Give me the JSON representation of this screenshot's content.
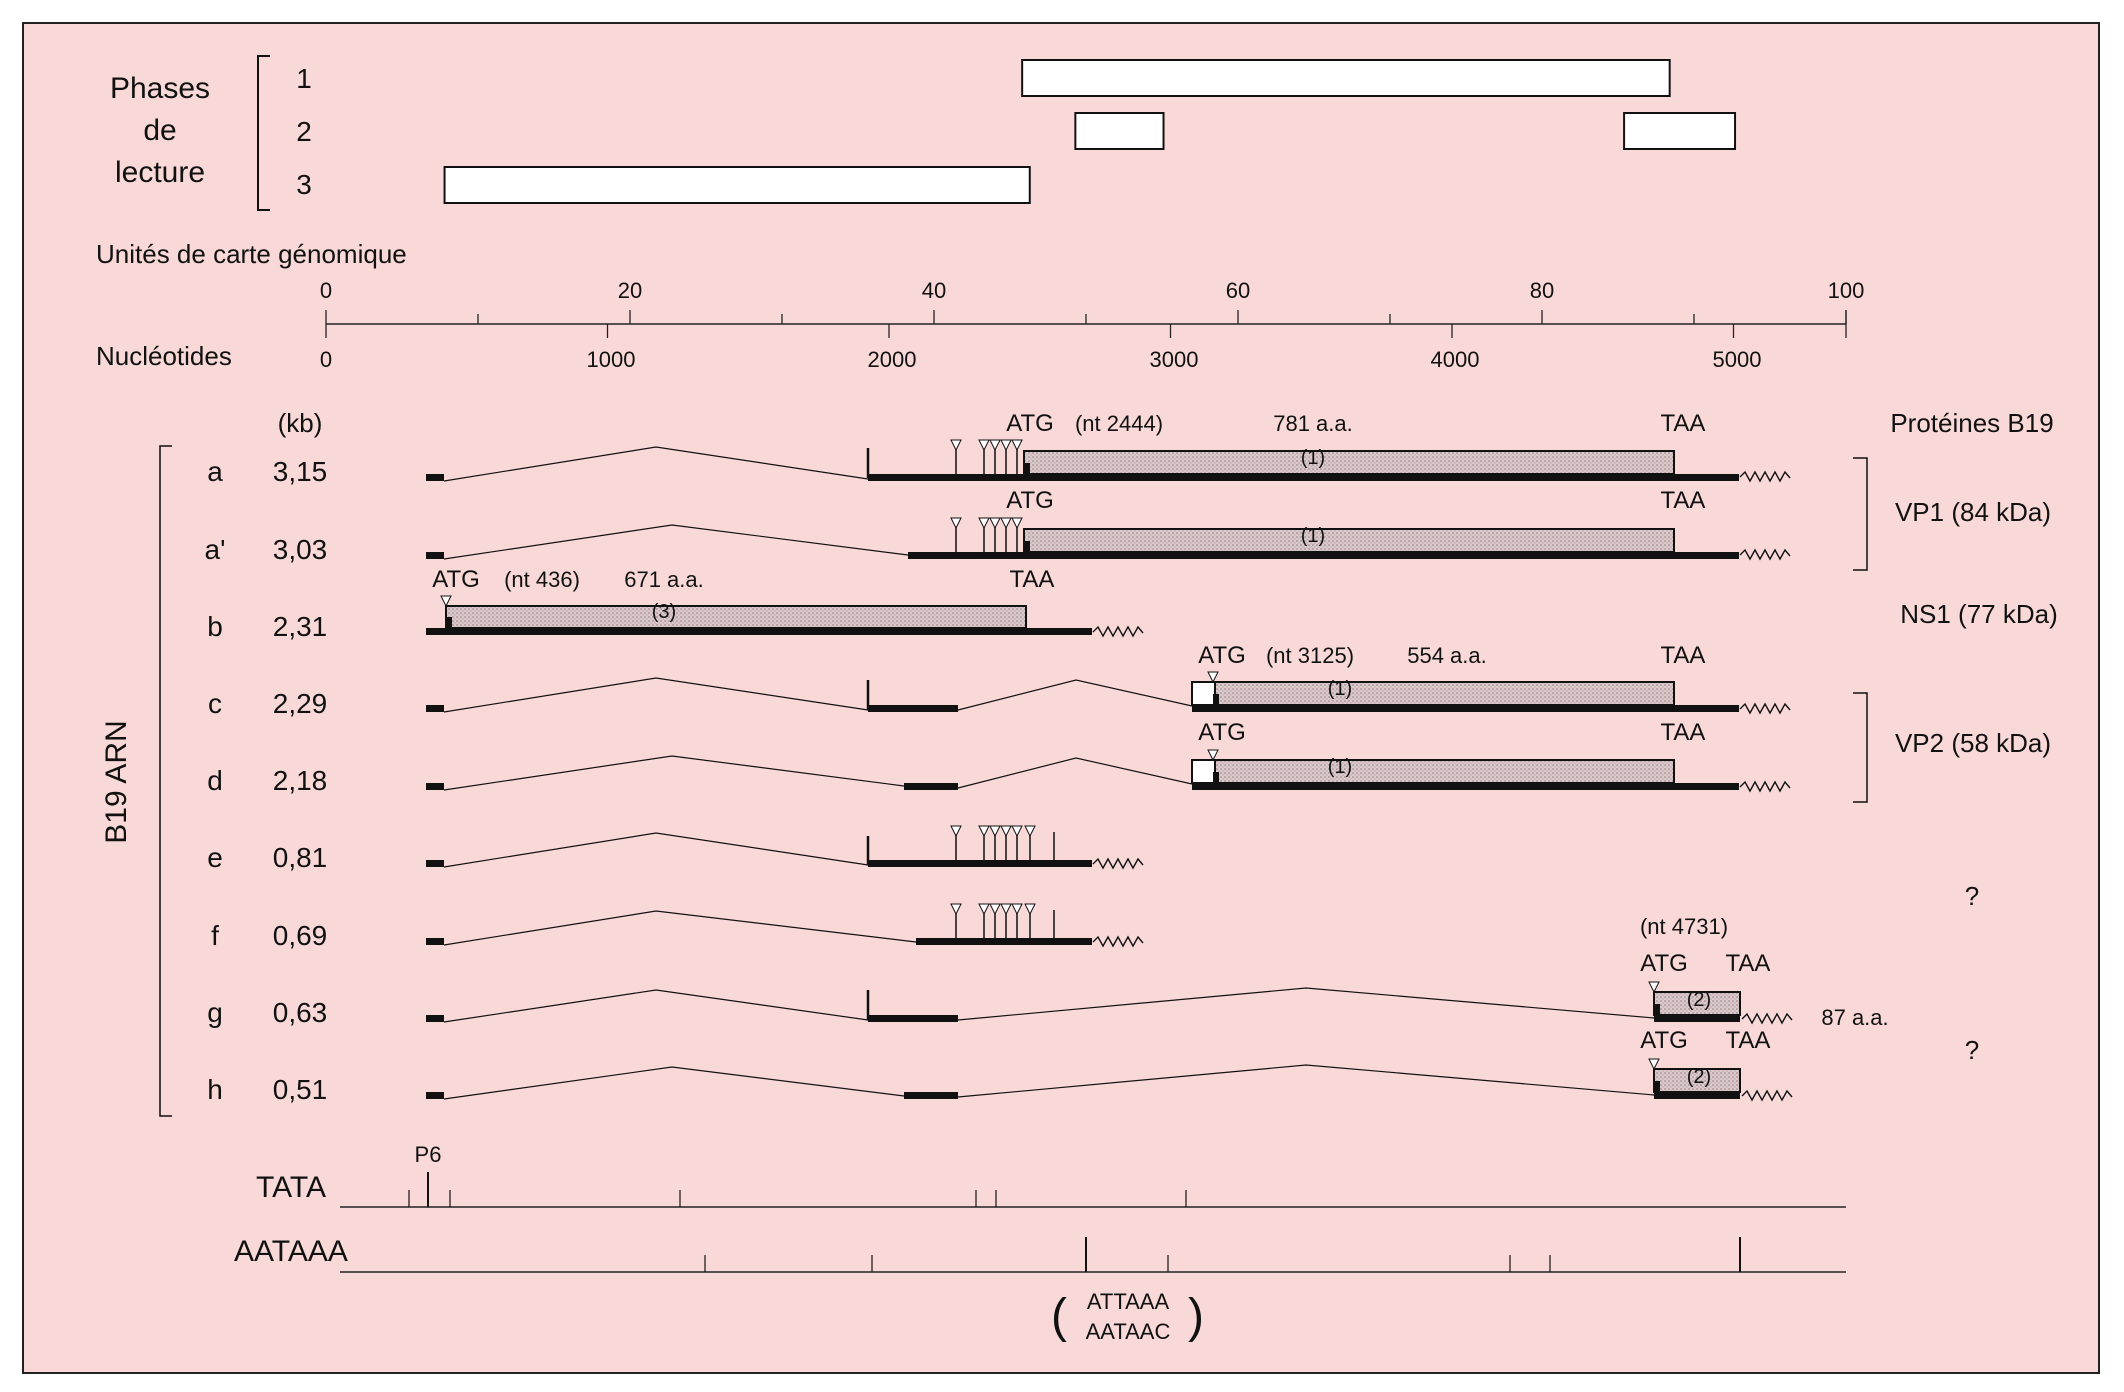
{
  "reading_frames": {
    "title_lines": [
      "Phases",
      "de",
      "lecture"
    ],
    "frames": [
      {
        "label": "1",
        "segments": [
          [
            45.8,
            88.4
          ]
        ]
      },
      {
        "label": "2",
        "segments": [
          [
            49.3,
            55.1
          ],
          [
            85.4,
            92.7
          ]
        ]
      },
      {
        "label": "3",
        "segments": [
          [
            7.8,
            46.3
          ]
        ]
      }
    ]
  },
  "map_units_scale": {
    "label": "Unités de carte génomique",
    "min": 0,
    "max": 100,
    "ticks": [
      "0",
      "20",
      "40",
      "60",
      "80",
      "100"
    ]
  },
  "nucleotide_scale": {
    "label": "Nucléotides",
    "min": 0,
    "max": 5400,
    "ticks": [
      "0",
      "1000",
      "2000",
      "3000",
      "4000",
      "5000"
    ]
  },
  "rna": {
    "group_label": "B19 ARN",
    "size_header": "(kb)",
    "protein_header": "Protéines B19",
    "transcripts": [
      {
        "id": "a",
        "size": "3,15"
      },
      {
        "id": "a'",
        "size": "3,03"
      },
      {
        "id": "b",
        "size": "2,31"
      },
      {
        "id": "c",
        "size": "2,29"
      },
      {
        "id": "d",
        "size": "2,18"
      },
      {
        "id": "e",
        "size": "0,81"
      },
      {
        "id": "f",
        "size": "0,69"
      },
      {
        "id": "g",
        "size": "0,63"
      },
      {
        "id": "h",
        "size": "0,51"
      }
    ],
    "proteins": [
      "VP1 (84 kDa)",
      "NS1 (77 kDa)",
      "VP2 (58 kDa)",
      "?",
      "?"
    ],
    "annotations": {
      "atg": "ATG",
      "taa": "TAA",
      "nt_2444": "(nt 2444)",
      "aa_781": "781 a.a.",
      "frame_1": "(1)",
      "nt_436": "(nt 436)",
      "aa_671": "671 a.a.",
      "frame_3": "(3)",
      "nt_3125": "(nt 3125)",
      "aa_554": "554 a.a.",
      "nt_4731": "(nt 4731)",
      "frame_2": "(2)",
      "aa_87": "87 a.a."
    }
  },
  "signals": {
    "tata_label": "TATA",
    "promoter_label": "P6",
    "aataaa_label": "AATAAA",
    "alt_signals": [
      "ATTAAA",
      "AATAAC"
    ]
  },
  "colors": {
    "background": "#f9d9d8",
    "ink": "#111111",
    "orf_fill": "#d8c4c6"
  }
}
